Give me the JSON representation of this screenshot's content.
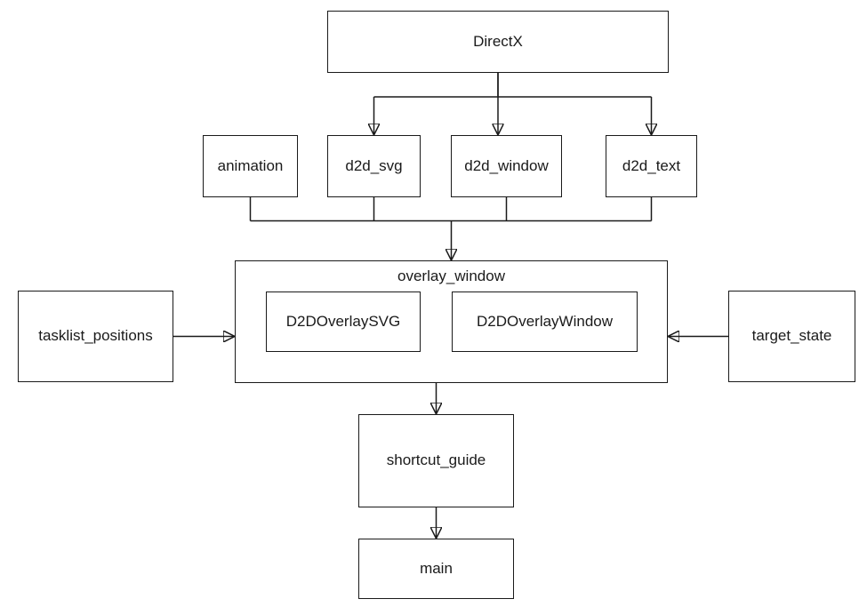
{
  "diagram": {
    "type": "flowchart",
    "colors": {
      "background": "#ffffff",
      "line": "#1a1a1a",
      "text": "#1a1a1a",
      "node_fill": "#ffffff"
    },
    "nodes": {
      "directx": {
        "label": "DirectX"
      },
      "animation": {
        "label": "animation"
      },
      "d2d_svg": {
        "label": "d2d_svg"
      },
      "d2d_window": {
        "label": "d2d_window"
      },
      "d2d_text": {
        "label": "d2d_text"
      },
      "overlay_window": {
        "label": "overlay_window"
      },
      "d2doverlaysvg": {
        "label": "D2DOverlaySVG"
      },
      "d2doverlaywindow": {
        "label": "D2DOverlayWindow"
      },
      "tasklist_positions": {
        "label": "tasklist_positions"
      },
      "target_state": {
        "label": "target_state"
      },
      "shortcut_guide": {
        "label": "shortcut_guide"
      },
      "main": {
        "label": "main"
      }
    },
    "containment": [
      {
        "parent": "overlay_window",
        "children": [
          "D2DOverlaySVG",
          "D2DOverlayWindow"
        ]
      }
    ],
    "edges": [
      {
        "from": "DirectX",
        "to": "d2d_svg"
      },
      {
        "from": "DirectX",
        "to": "d2d_window"
      },
      {
        "from": "DirectX",
        "to": "d2d_text"
      },
      {
        "from": "animation",
        "to": "overlay_window"
      },
      {
        "from": "d2d_svg",
        "to": "overlay_window"
      },
      {
        "from": "d2d_window",
        "to": "overlay_window"
      },
      {
        "from": "d2d_text",
        "to": "overlay_window"
      },
      {
        "from": "tasklist_positions",
        "to": "overlay_window"
      },
      {
        "from": "target_state",
        "to": "overlay_window"
      },
      {
        "from": "overlay_window",
        "to": "shortcut_guide"
      },
      {
        "from": "shortcut_guide",
        "to": "main"
      }
    ]
  }
}
